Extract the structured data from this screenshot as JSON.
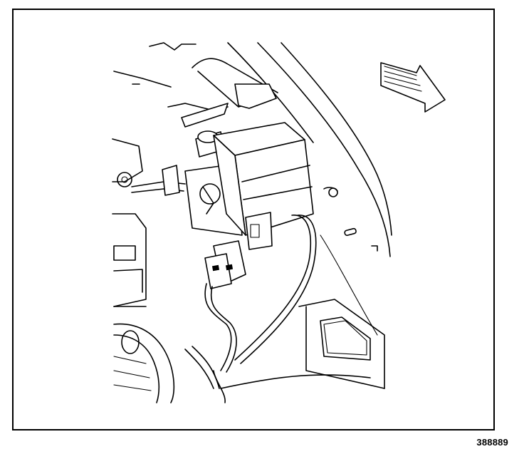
{
  "figure": {
    "id_label": "388889"
  },
  "illustration": {
    "subject": "evap-canister-purge-solenoid-mounted-on-inner-fender",
    "direction_arrow": "front-of-vehicle-arrow",
    "colors": {
      "line": "#000000",
      "background": "#ffffff"
    }
  }
}
